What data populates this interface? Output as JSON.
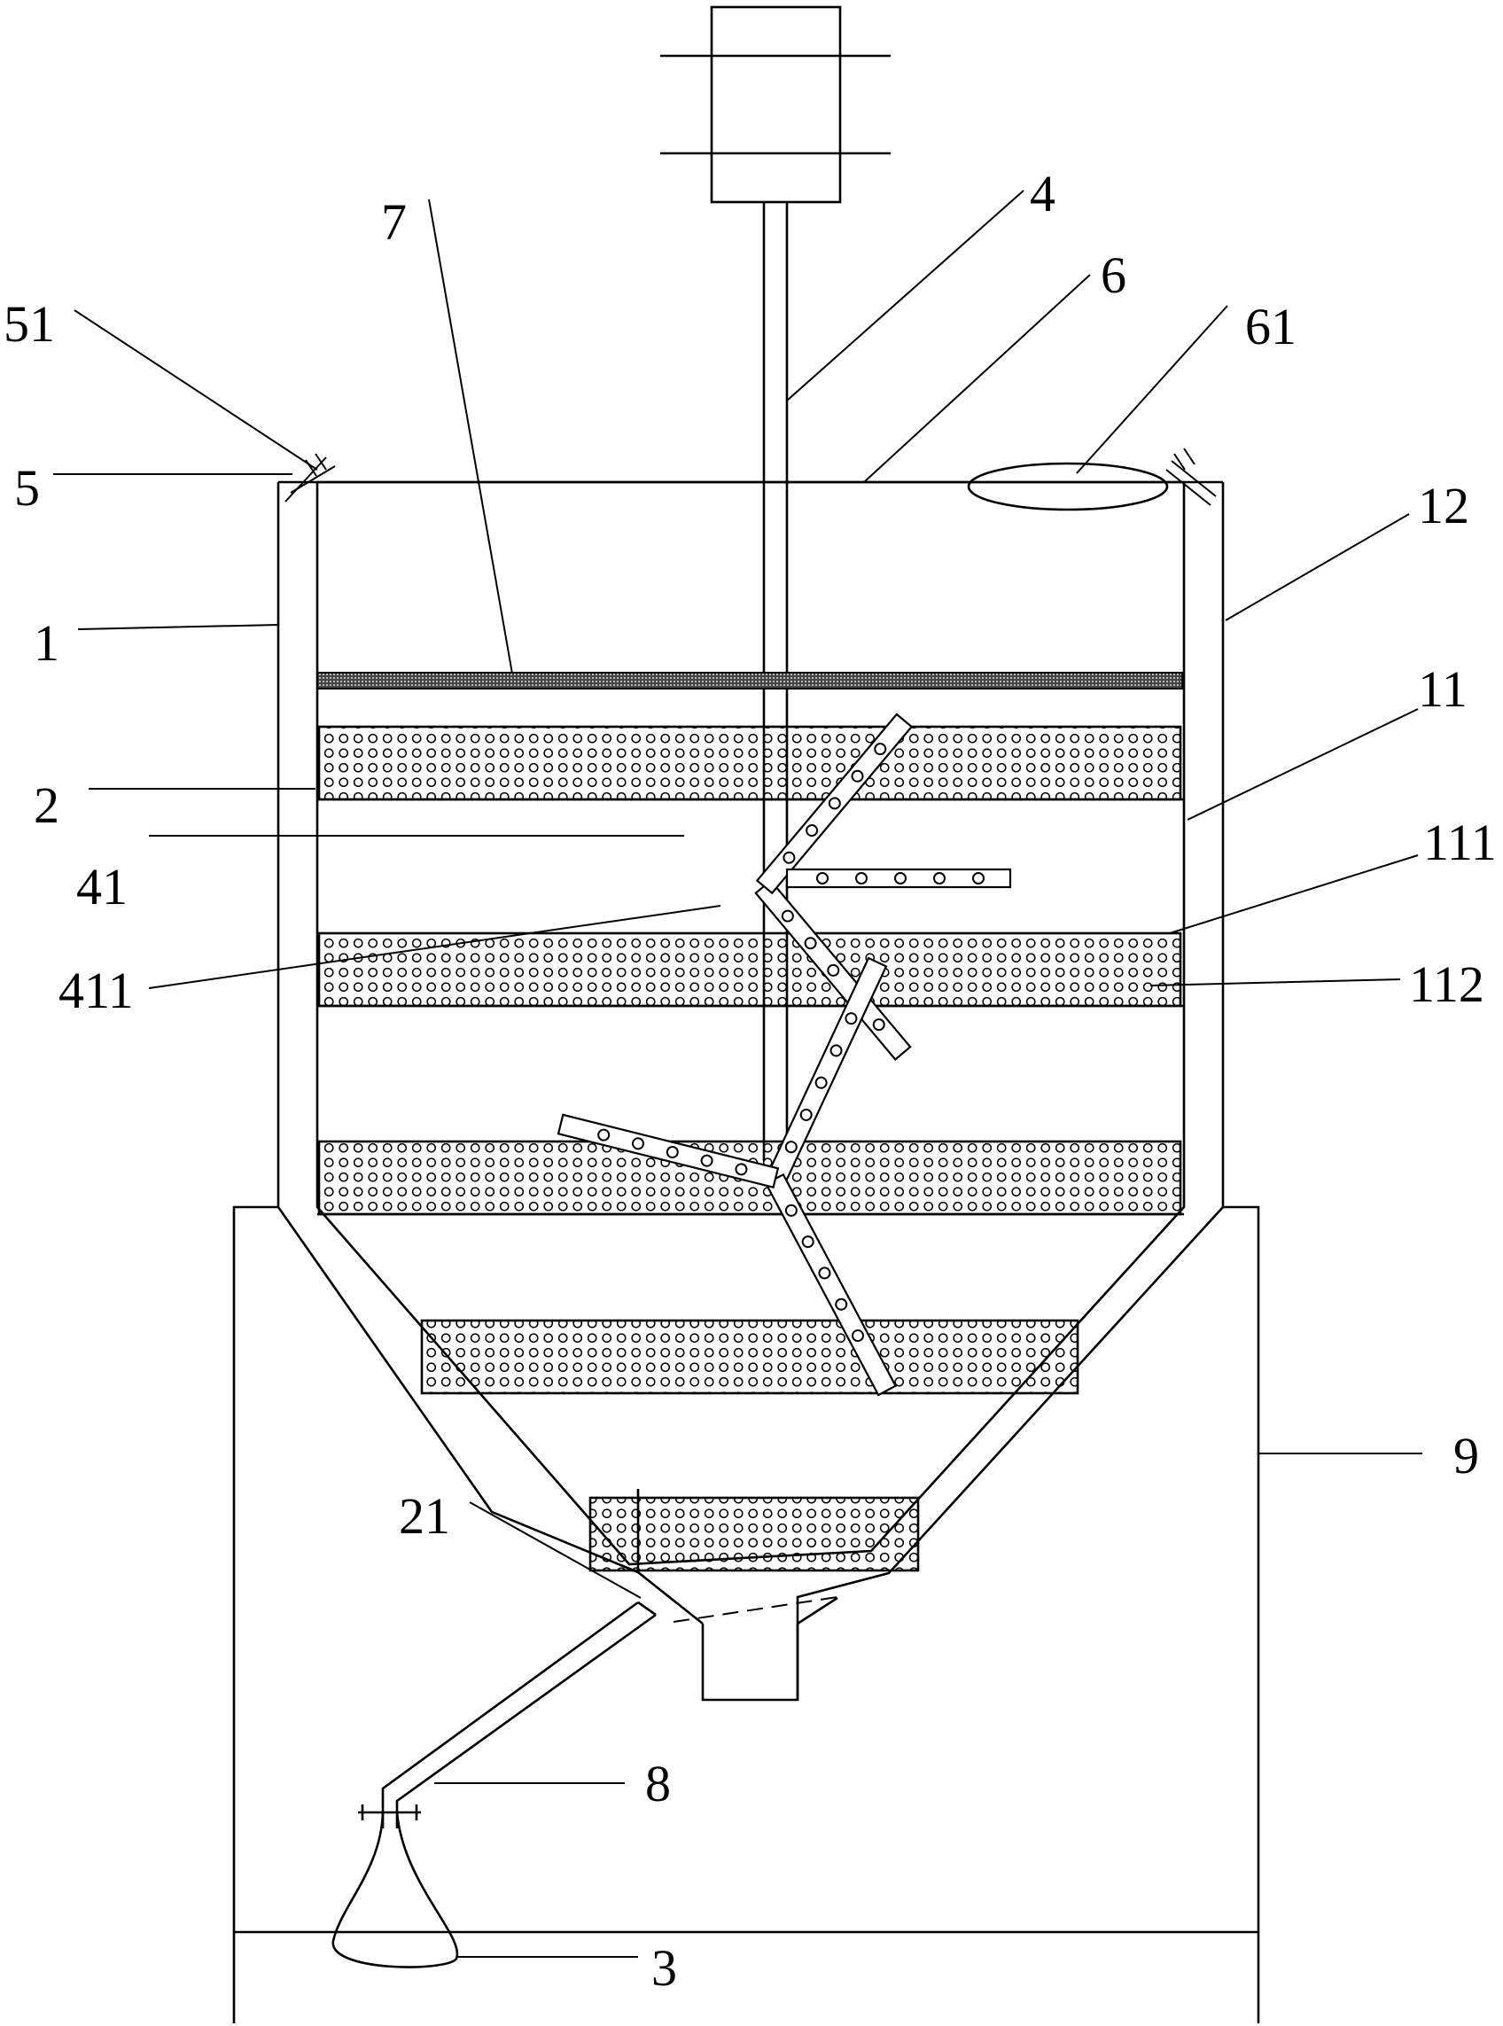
{
  "labels": {
    "l1": "1",
    "l2": "2",
    "l3": "3",
    "l4": "4",
    "l5": "5",
    "l6": "6",
    "l7": "7",
    "l8": "8",
    "l9": "9",
    "l11": "11",
    "l12": "12",
    "l21": "21",
    "l41": "41",
    "l51": "51",
    "l61": "61",
    "l111": "111",
    "l112": "112",
    "l411": "411"
  }
}
